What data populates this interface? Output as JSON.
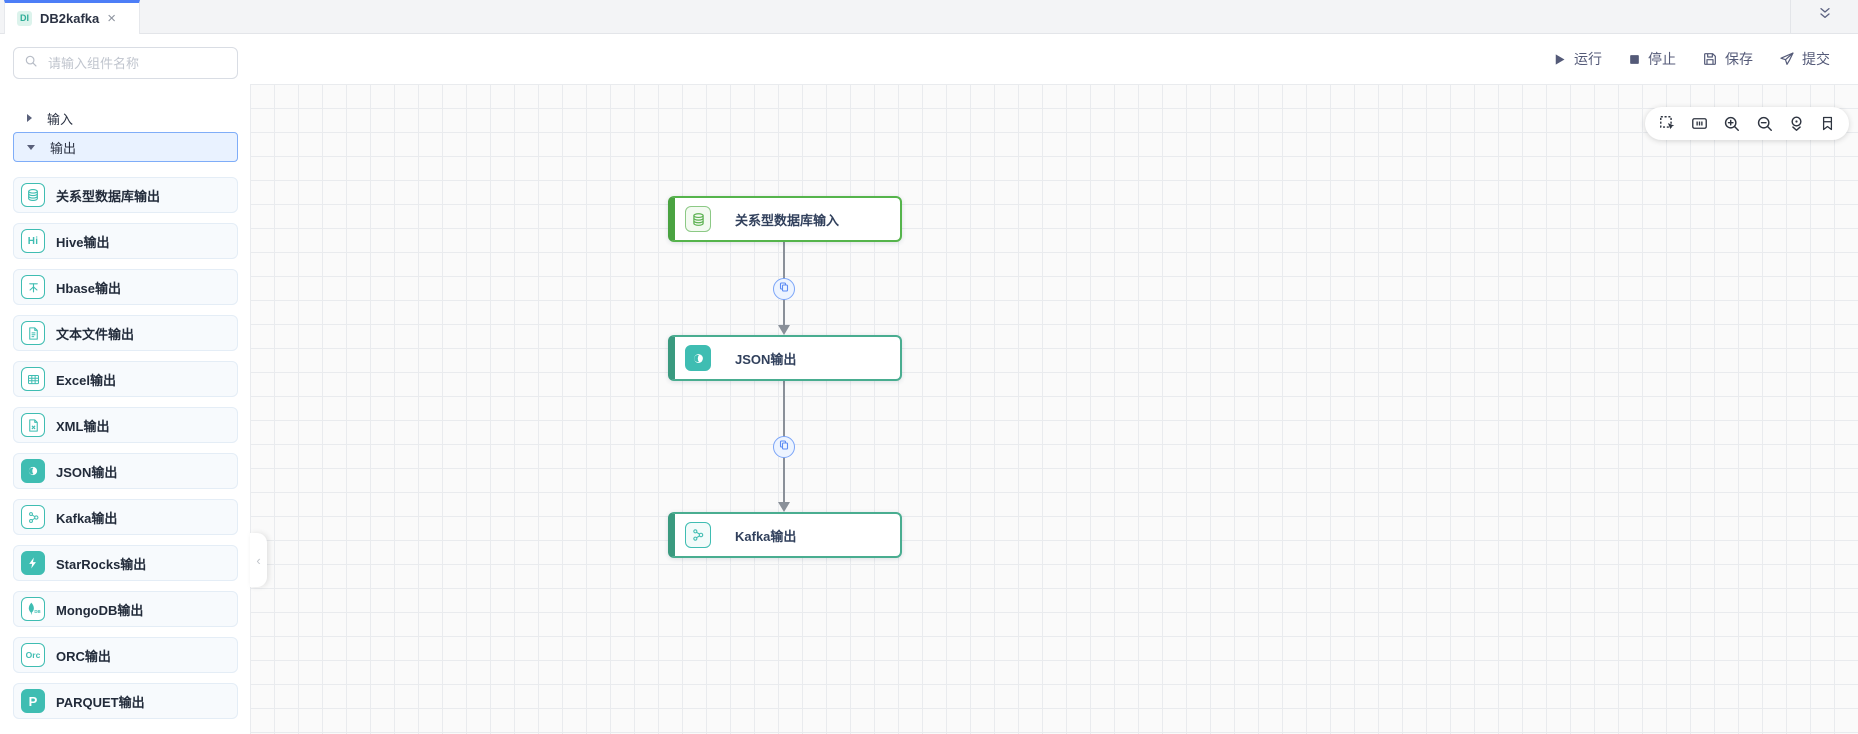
{
  "tab_bar": {
    "active_tab": {
      "badge": "DI",
      "title": "DB2kafka",
      "close_glyph": "×"
    }
  },
  "toolbar": {
    "run_label": "运行",
    "stop_label": "停止",
    "save_label": "保存",
    "submit_label": "提交"
  },
  "sidebar": {
    "search_placeholder": "请输入组件名称",
    "sections": [
      {
        "label": "输入",
        "expanded": false,
        "selected": false
      },
      {
        "label": "输出",
        "expanded": true,
        "selected": true
      }
    ],
    "items": [
      {
        "label": "关系型数据库输出",
        "icon": "database-icon"
      },
      {
        "label": "Hive输出",
        "icon": "hive-icon"
      },
      {
        "label": "Hbase输出",
        "icon": "hbase-icon"
      },
      {
        "label": "文本文件输出",
        "icon": "text-file-icon"
      },
      {
        "label": "Excel输出",
        "icon": "excel-icon"
      },
      {
        "label": "XML输出",
        "icon": "xml-icon"
      },
      {
        "label": "JSON输出",
        "icon": "json-icon"
      },
      {
        "label": "Kafka输出",
        "icon": "kafka-icon"
      },
      {
        "label": "StarRocks输出",
        "icon": "starrocks-icon"
      },
      {
        "label": "MongoDB输出",
        "icon": "mongodb-icon"
      },
      {
        "label": "ORC输出",
        "icon": "orc-icon"
      },
      {
        "label": "PARQUET输出",
        "icon": "parquet-icon"
      }
    ],
    "icon_glyphs": {
      "hive": "Hi",
      "orc": "Orc",
      "mongodb_sub": "DB",
      "parquet": "P"
    }
  },
  "canvas": {
    "nodes": [
      {
        "label": "关系型数据库输入",
        "type": "input",
        "icon": "database-icon"
      },
      {
        "label": "JSON输出",
        "type": "output",
        "icon": "json-icon"
      },
      {
        "label": "Kafka输出",
        "type": "output",
        "icon": "kafka-icon"
      }
    ],
    "edges": [
      {
        "from": 0,
        "to": 1,
        "midpoint_icon": "copy-icon"
      },
      {
        "from": 1,
        "to": 2,
        "midpoint_icon": "copy-icon"
      }
    ],
    "tools": [
      "marquee-select",
      "minimap",
      "zoom-in",
      "zoom-out",
      "locate",
      "bookmark"
    ],
    "collapse_glyph": "‹"
  },
  "colors": {
    "accent_blue": "#4d7ef7",
    "teal": "#3fbdb2",
    "node_green": "#55b44b",
    "node_teal": "#49ad90",
    "toolbar_text": "#545a78",
    "edge_gray": "#8a9099",
    "section_selected_bg": "#e9f2ff",
    "section_selected_border": "#7fadf8"
  }
}
